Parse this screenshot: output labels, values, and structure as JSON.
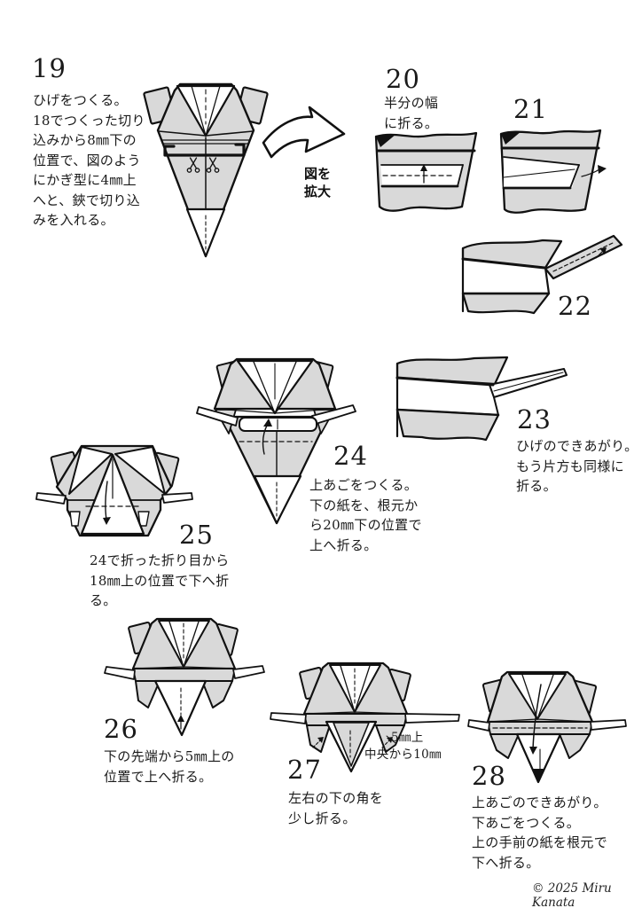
{
  "page": {
    "footer_copyright": "© 2025 Miru Kanata",
    "colors": {
      "paper": "#ffffff",
      "ink": "#1a1a1a",
      "origami_gray": "#d9d9d9"
    },
    "icons": {
      "scissors": "scissors-icon",
      "zoom_arrow": "zoom-arrow-icon"
    }
  },
  "zoom_callout": {
    "label": "図を\n拡大"
  },
  "steps": {
    "s19": {
      "number": "19",
      "text": "ひげをつくる。\n18でつくった切り\n込みから8㎜下の\n位置で、図のよう\nにかぎ型に4㎜上\nへと、鋏で切り込\nみを入れる。"
    },
    "s20": {
      "number": "20",
      "text": "半分の幅\nに折る。"
    },
    "s21": {
      "number": "21",
      "text": ""
    },
    "s22": {
      "number": "22",
      "text": ""
    },
    "s23": {
      "number": "23",
      "text": "ひげのできあがり。\nもう片方も同様に\n折る。"
    },
    "s24": {
      "number": "24",
      "text": "上あごをつくる。\n下の紙を、根元か\nら20㎜下の位置で\n上へ折る。"
    },
    "s25": {
      "number": "25",
      "text": "24で折った折り目から\n18㎜上の位置で下へ折\nる。"
    },
    "s26": {
      "number": "26",
      "text": "下の先端から5㎜上の\n位置で上へ折る。"
    },
    "s27": {
      "number": "27",
      "text": "左右の下の角を\n少し折る。",
      "annotations": {
        "a1": "5㎜上",
        "a2": "中央から10㎜"
      }
    },
    "s28": {
      "number": "28",
      "text": "上あごのできあがり。\n下あごをつくる。\n上の手前の紙を根元で\n下へ折る。"
    }
  }
}
